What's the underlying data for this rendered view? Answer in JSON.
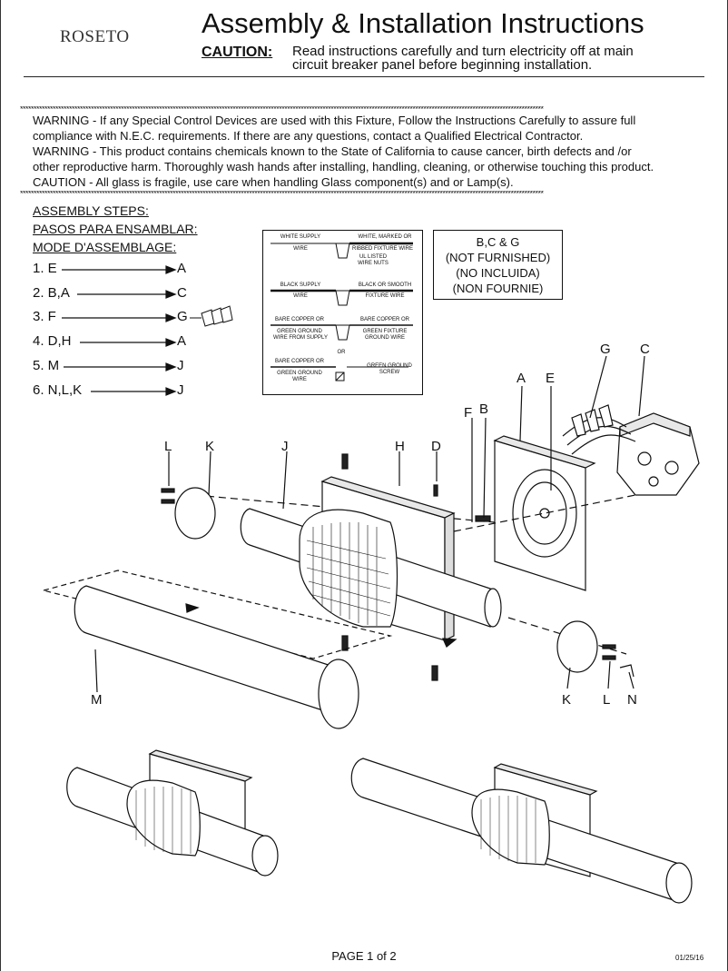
{
  "header": {
    "logo": "ROSETO",
    "title": "Assembly & Installation Instructions",
    "caution_label": "CAUTION:",
    "caution_line1": "Read instructions carefully and turn electricity off at main",
    "caution_line2": "circuit breaker panel before beginning installation."
  },
  "warnings": [
    "WARNING - If any Special Control Devices are used with this Fixture, Follow the Instructions Carefully to assure full",
    "compliance with N.E.C. requirements. If there are any questions, contact a Qualified Electrical Contractor.",
    "WARNING -  This product contains chemicals known to the State of California to cause cancer, birth defects and /or",
    "other reproductive harm.  Thoroughly wash hands after installing, handling, cleaning, or otherwise touching this product.",
    "CAUTION - All glass is fragile, use care when handling Glass component(s) and or Lamp(s)."
  ],
  "steps_headings": [
    "ASSEMBLY STEPS:",
    "PASOS PARA ENSAMBLAR:",
    "MODE D'ASSEMBLAGE:"
  ],
  "steps": [
    {
      "from": "1. E",
      "to": "A"
    },
    {
      "from": "2. B,A",
      "to": "C"
    },
    {
      "from": "3. F",
      "to": "G"
    },
    {
      "from": "4. D,H",
      "to": "A"
    },
    {
      "from": "5. M",
      "to": "J"
    },
    {
      "from": "6. N,L,K",
      "to": "J"
    }
  ],
  "wiring": {
    "white_supply": "WHITE SUPPLY",
    "wire": "WIRE",
    "white_marked": "WHITE, MARKED OR",
    "ribbed": "RIBBED FIXTURE WIRE",
    "ul_listed": "UL LISTED",
    "wire_nuts": "WIRE NUTS",
    "black_supply": "BLACK SUPPLY",
    "black_smooth": "BLACK OR SMOOTH",
    "fixture_wire": "FIXTURE WIRE",
    "bare_copper": "BARE COPPER OR",
    "green_ground_supply_1": "GREEN GROUND",
    "green_ground_supply_2": "WIRE FROM SUPPLY",
    "green_fixture_1": "GREEN FIXTURE",
    "green_fixture_2": "GROUND WIRE",
    "or": "OR",
    "green_ground_wire_1": "GREEN GROUND",
    "green_ground_wire_2": "WIRE",
    "green_screw_1": "GREEN GROUND",
    "green_screw_2": "SCREW"
  },
  "not_furnished": [
    "B,C & G",
    "(NOT FURNISHED)",
    "(NO INCLUIDA)",
    "(NON FOURNIE)"
  ],
  "part_labels": {
    "G": "G",
    "C": "C",
    "A": "A",
    "E": "E",
    "F": "F",
    "B": "B",
    "L": "L",
    "K": "K",
    "J": "J",
    "H": "H",
    "D": "D",
    "M": "M",
    "N": "N"
  },
  "footer": {
    "page": "PAGE 1 of 2",
    "date": "01/25/16"
  }
}
